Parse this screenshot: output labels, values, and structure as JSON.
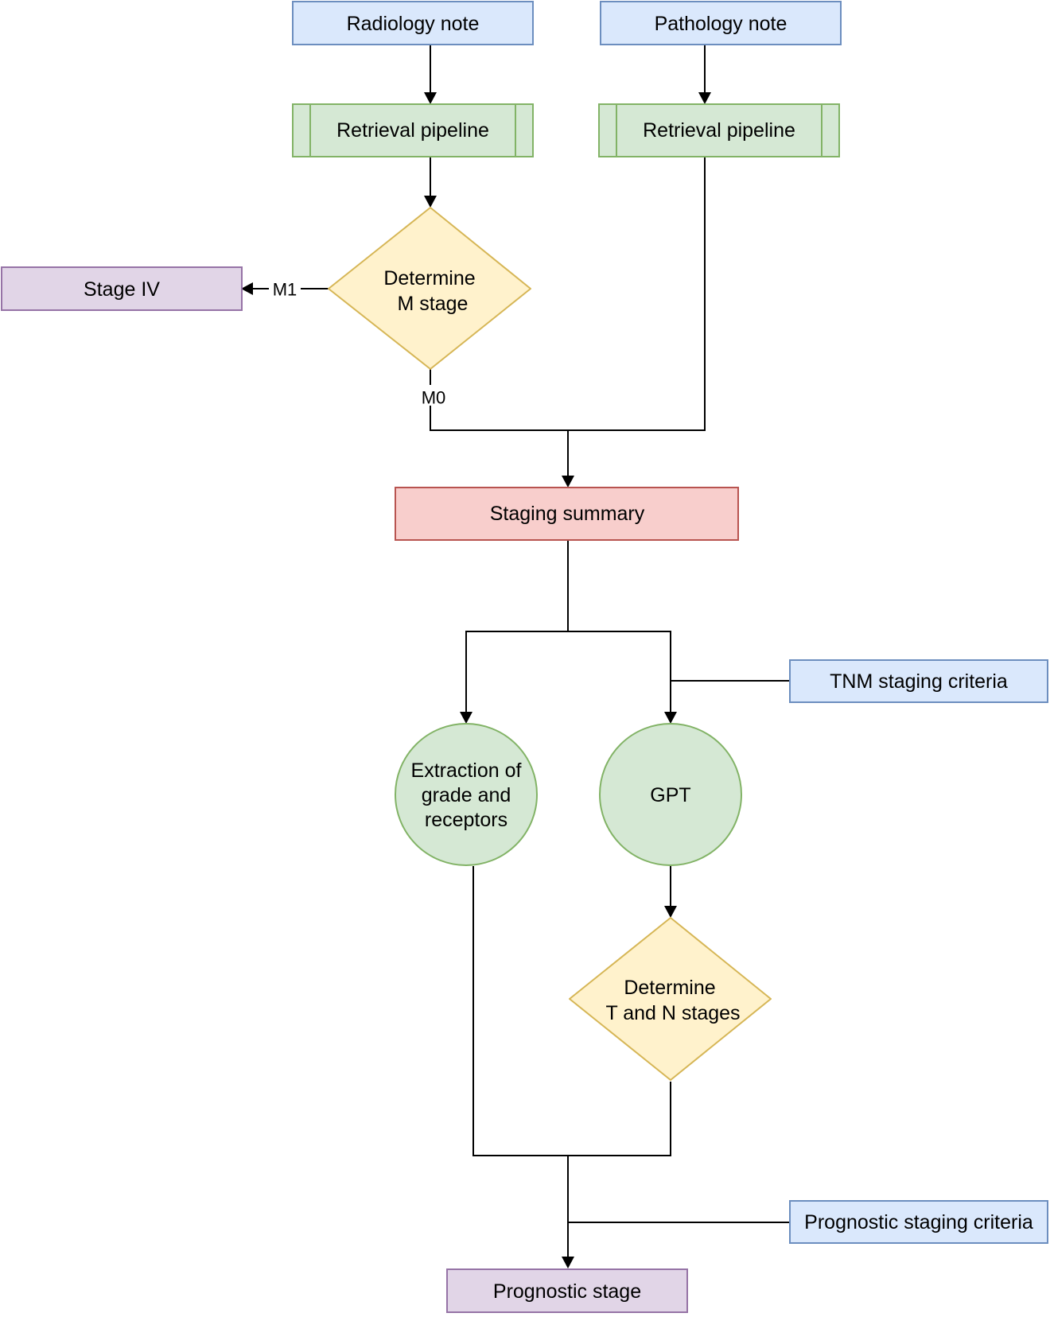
{
  "nodes": {
    "radiology_note": "Radiology note",
    "pathology_note": "Pathology note",
    "retrieval_pipeline_left": "Retrieval pipeline",
    "retrieval_pipeline_right": "Retrieval pipeline",
    "determine_m_stage": [
      "Determine",
      "M stage"
    ],
    "stage_iv": "Stage IV",
    "staging_summary": "Staging summary",
    "tnm_staging_criteria": "TNM staging criteria",
    "extraction": [
      "Extraction of",
      "grade and",
      "receptors"
    ],
    "gpt": "GPT",
    "determine_tn_stages": [
      "Determine",
      "T and N stages"
    ],
    "prognostic_staging_criteria": "Prognostic staging criteria",
    "prognostic_stage": "Prognostic stage"
  },
  "edges": {
    "m1": "M1",
    "m0": "M0"
  },
  "colors": {
    "input_fill": "#dae8fc",
    "process_fill": "#d5e8d4",
    "decision_fill": "#fff2cc",
    "output_fill": "#e1d5e7",
    "summary_fill": "#f8cecc"
  }
}
